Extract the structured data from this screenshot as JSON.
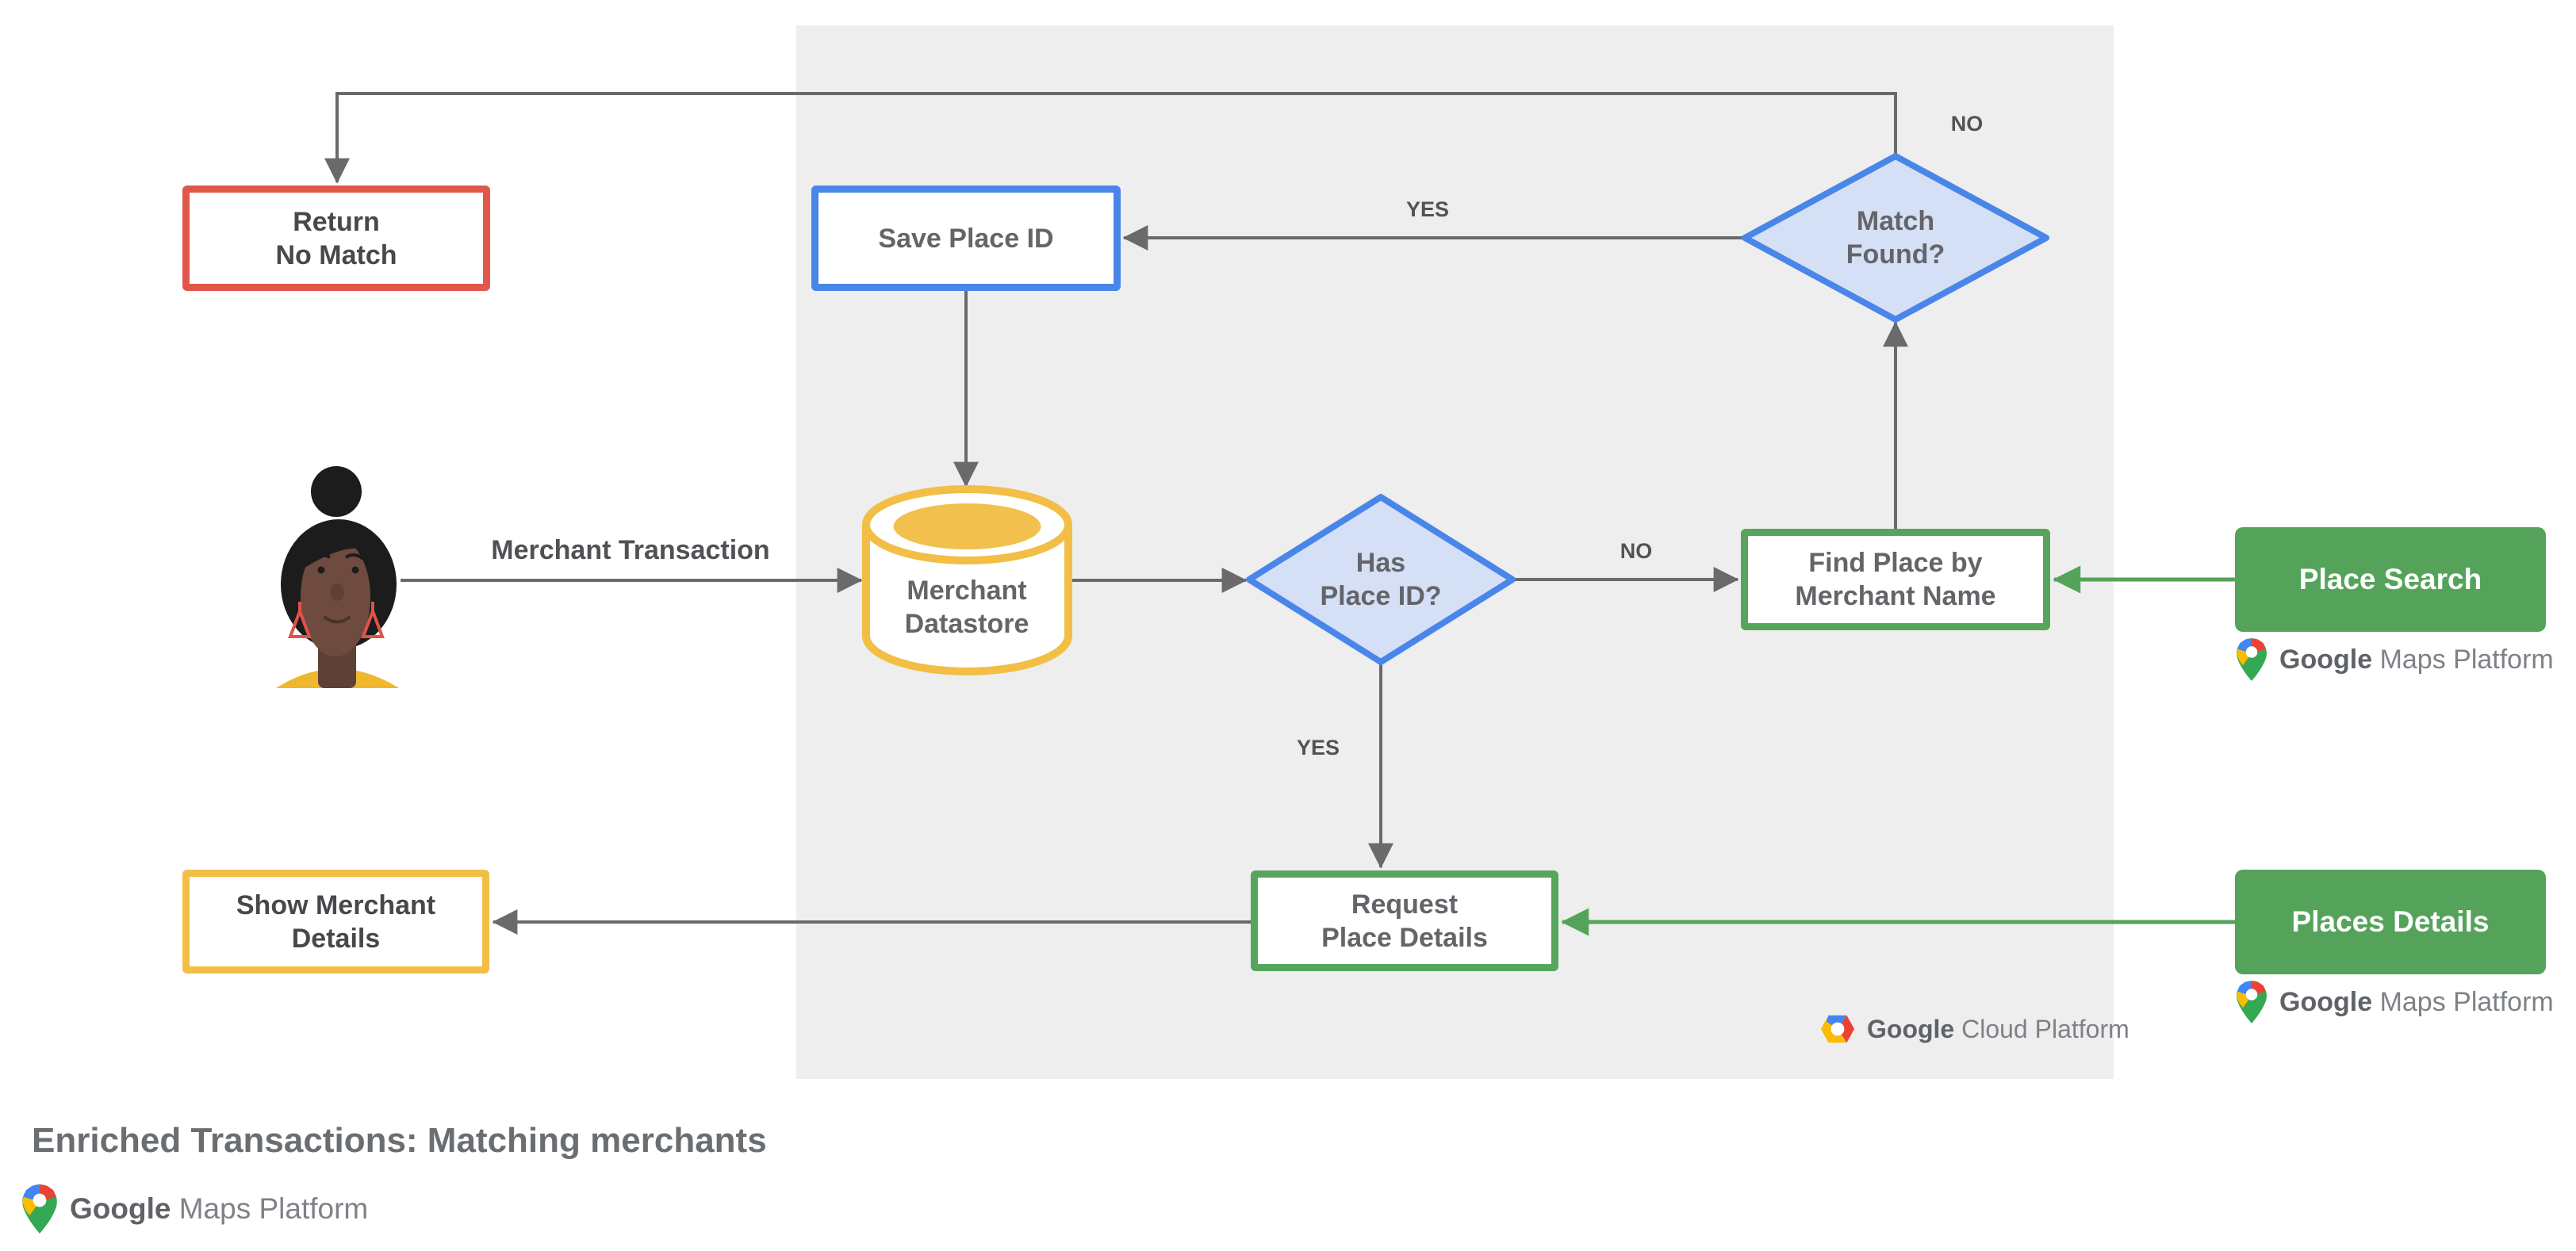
{
  "title": "Enriched Transactions: Matching merchants",
  "palette": {
    "red": "#E2574B",
    "blue": "#4A86E8",
    "blue_fill": "#D5E0F6",
    "yellow": "#F2BE45",
    "green": "#55A35B",
    "line_gray": "#6A6A6A",
    "panel_gray": "#EEEEEF"
  },
  "actor": {
    "label": "Merchant Transaction"
  },
  "nodes": {
    "return_no_match": {
      "label": "Return\nNo Match"
    },
    "save_place_id": {
      "label": "Save Place ID"
    },
    "match_found": {
      "label": "Match\nFound?"
    },
    "merchant_datastore": {
      "label": "Merchant\nDatastore"
    },
    "has_place_id": {
      "label": "Has\nPlace ID?"
    },
    "find_place": {
      "label": "Find Place by\nMerchant Name"
    },
    "request_place_details": {
      "label": "Request\nPlace Details"
    },
    "show_merchant_details": {
      "label": "Show Merchant\nDetails"
    },
    "place_search": {
      "label": "Place Search"
    },
    "places_details": {
      "label": "Places Details"
    }
  },
  "edge_labels": {
    "match_found_no": "NO",
    "match_found_yes": "YES",
    "has_place_id_no": "NO",
    "has_place_id_yes": "YES"
  },
  "branding": {
    "google": "Google",
    "maps_platform": "Maps Platform",
    "cloud_platform": "Cloud Platform"
  }
}
